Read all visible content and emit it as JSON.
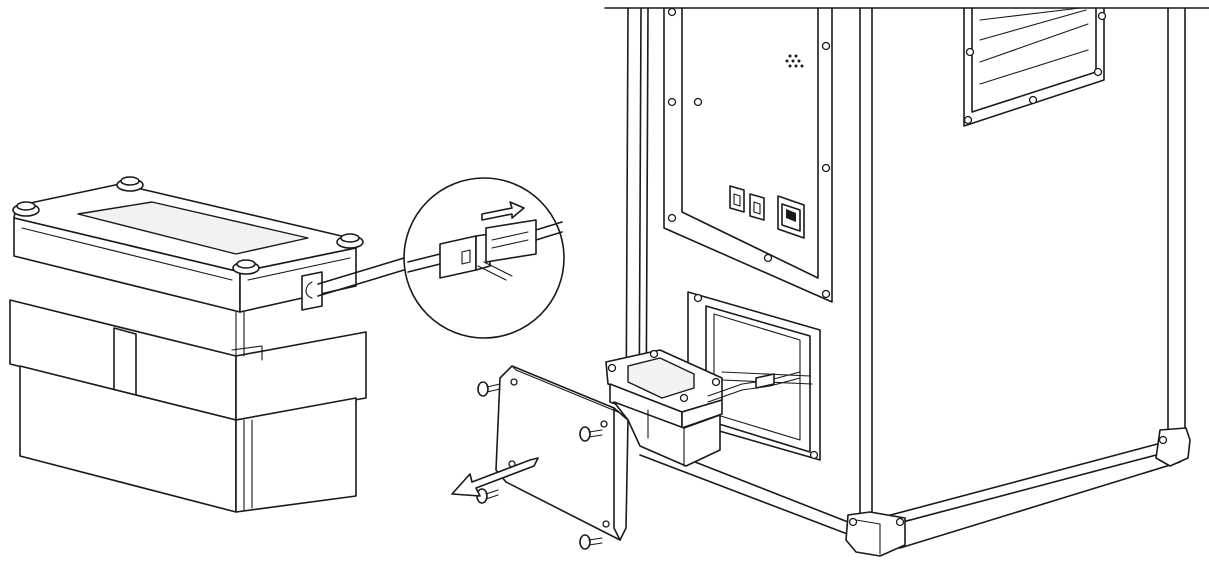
{
  "figure": {
    "components": [
      {
        "name": "battery-module",
        "icon": "battery-pack-icon"
      },
      {
        "name": "connector-detail",
        "icon": "connector-magnified-icon"
      },
      {
        "name": "speaker-cabinet",
        "icon": "speaker-cabinet-icon"
      },
      {
        "name": "battery-cover-plate",
        "icon": "cover-plate-icon"
      },
      {
        "name": "thumb-screws",
        "icon": "thumb-screw-icon"
      }
    ],
    "arrows": [
      {
        "name": "connect-direction",
        "icon": "arrow-right-icon"
      },
      {
        "name": "remove-cover-direction",
        "icon": "arrow-down-left-icon"
      }
    ],
    "line_color": "#1a1a1a",
    "background_color": "#ffffff"
  }
}
